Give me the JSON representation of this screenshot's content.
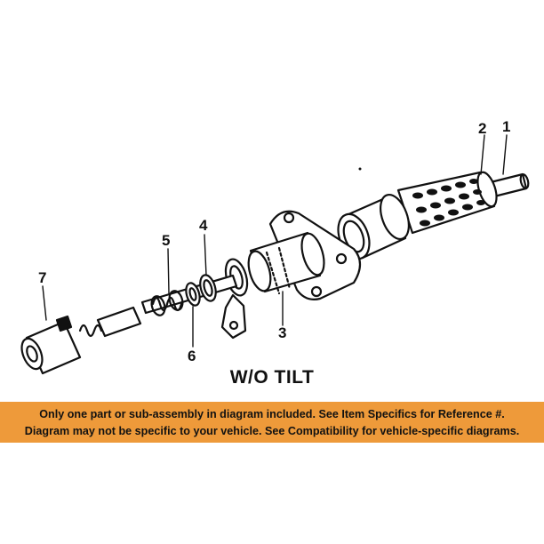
{
  "diagram": {
    "callouts": [
      "1",
      "2",
      "3",
      "4",
      "5",
      "6",
      "7"
    ],
    "caption": "W/O TILT"
  },
  "notice": {
    "line1": "Only one part or sub-assembly in diagram included. See Item Specifics for Reference #.",
    "line2": "Diagram may not be specific to your vehicle. See Compatibility for vehicle-specific diagrams.",
    "background_color": "#ee9a3a"
  }
}
